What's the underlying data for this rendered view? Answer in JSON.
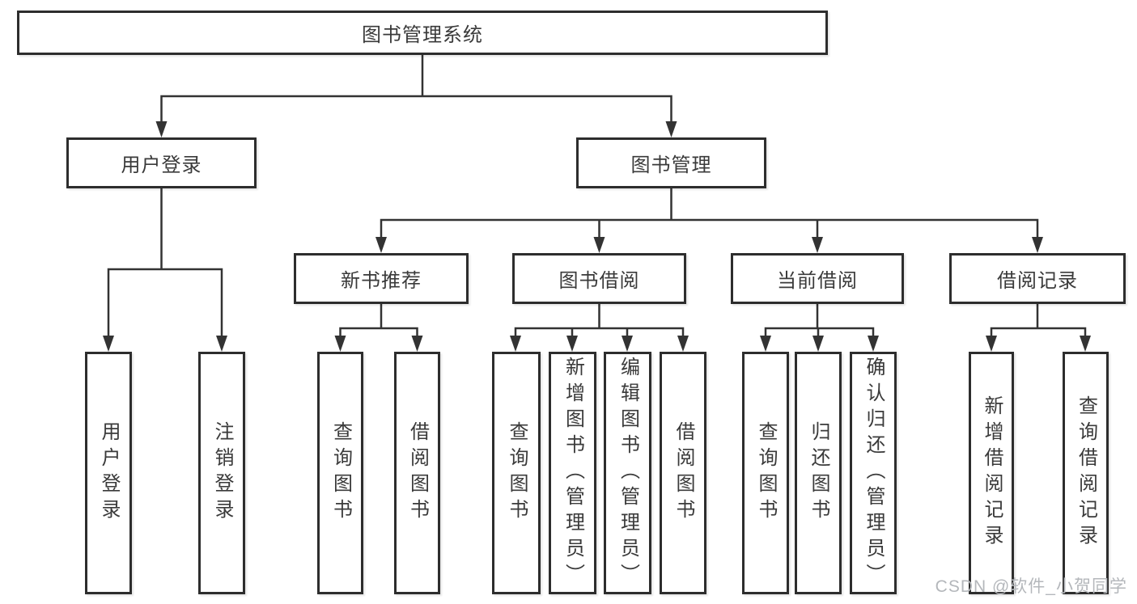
{
  "title": {
    "label": "图书管理系统"
  },
  "branches": {
    "user_login": {
      "label": "用户登录",
      "children": [
        "用户登录",
        "注销登录"
      ]
    },
    "book_mgmt": {
      "label": "图书管理",
      "sections": [
        {
          "label": "新书推荐",
          "children": [
            "查询图书",
            "借阅图书"
          ]
        },
        {
          "label": "图书借阅",
          "children": [
            "查询图书",
            "新增图书（管理员）",
            "编辑图书（管理员）",
            "借阅图书"
          ]
        },
        {
          "label": "当前借阅",
          "children": [
            "查询图书",
            "归还图书",
            "确认归还（管理员）"
          ]
        },
        {
          "label": "借阅记录",
          "children": [
            "新增借阅记录",
            "查询借阅记录"
          ]
        }
      ]
    }
  },
  "watermark": "CSDN @软件_小贺同学",
  "colors": {
    "line": "#333333",
    "box_border": "#2d2d2d",
    "text": "#3a3a3a",
    "watermark": "#b4b7bb"
  }
}
